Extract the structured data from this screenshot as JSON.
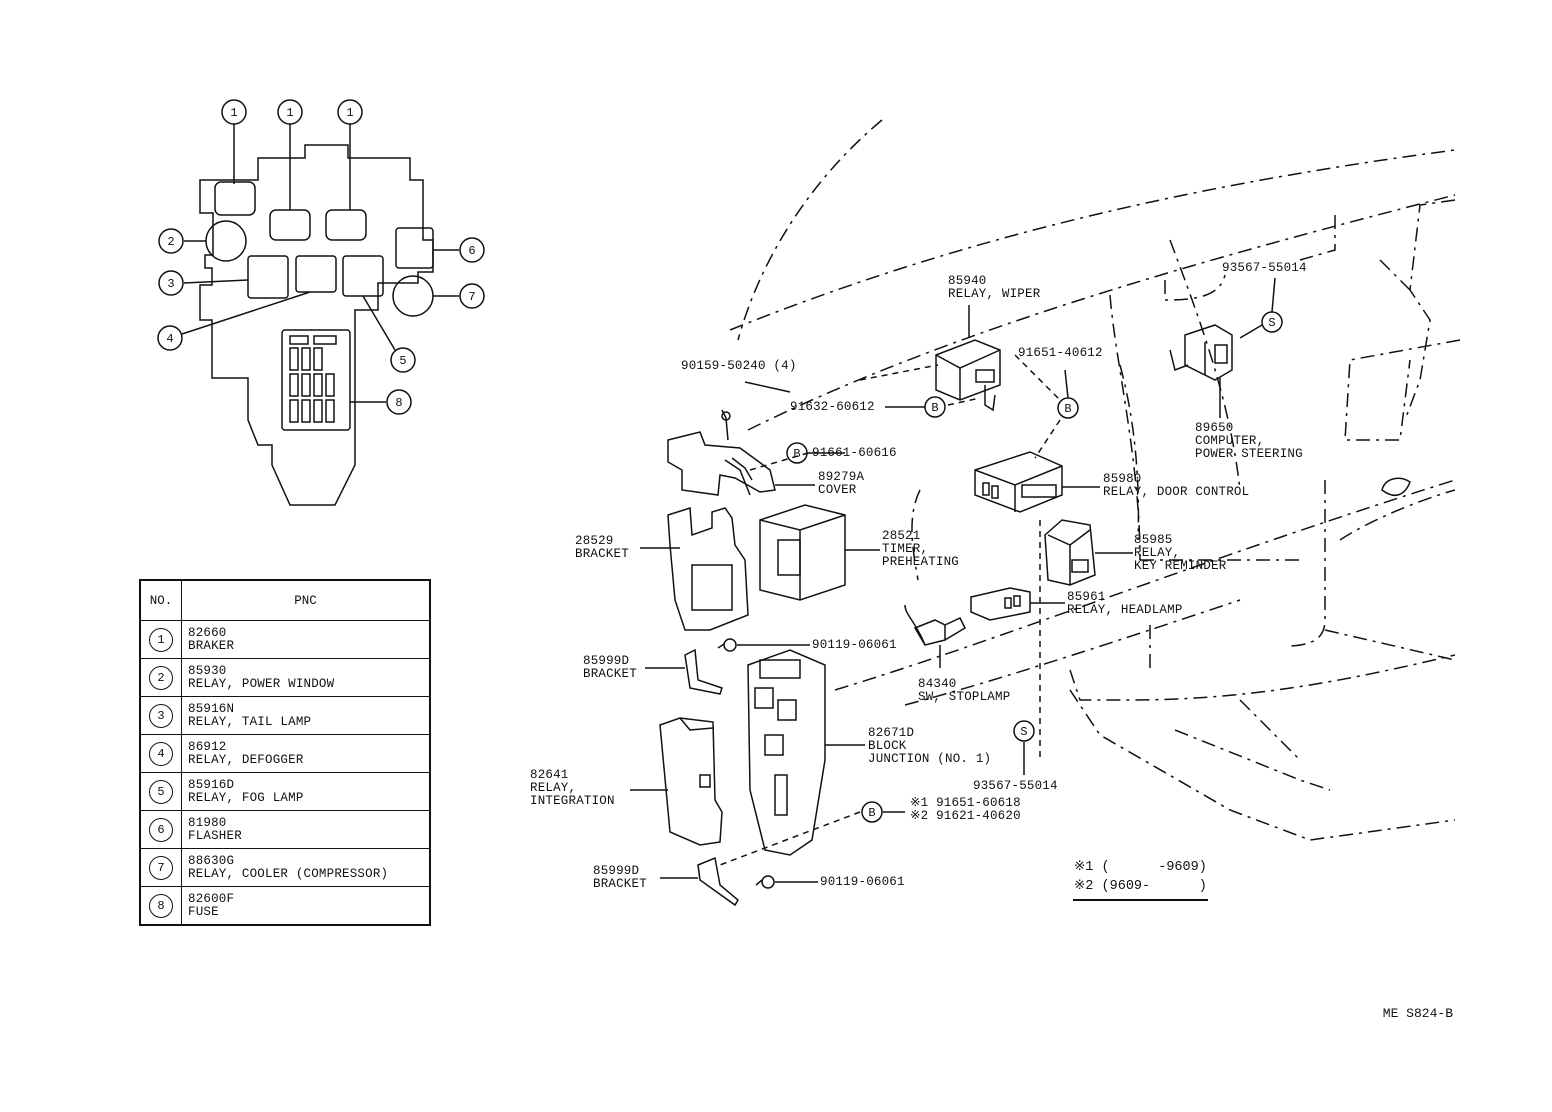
{
  "labels": {
    "p90159": "90159-50240 (4)",
    "p91632": "91632-60612",
    "p91661": "91661-60616",
    "p89279": "89279A\nCOVER",
    "p85940": "85940\nRELAY, WIPER",
    "p91651a": "91651-40612",
    "p93567a": "93567-55014",
    "p89650": "89650\nCOMPUTER,\nPOWER STEERING",
    "p85980": "85980\nRELAY, DOOR CONTROL",
    "p28529": "28529\nBRACKET",
    "p28521": "28521\nTIMER,\nPREHEATING",
    "p85985": "85985\nRELAY,\nKEY REMINDER",
    "p85961": "85961\nRELAY, HEADLAMP",
    "p90119a": "90119-06061",
    "p85999d": "85999D\nBRACKET",
    "p84340": "84340\nSW, STOPLAMP",
    "p82671": "82671D\nBLOCK\nJUNCTION (NO. 1)",
    "p82641": "82641\nRELAY,\nINTEGRATION",
    "p93567b": "93567-55014",
    "p91651b": "※1 91651-60618\n※2 91621-40620",
    "p85999": "85999D\nBRACKET",
    "p90119b": "90119-06061"
  },
  "markers": {
    "B": "B",
    "S": "S"
  },
  "legend": "※1 (      -9609)\n※2 (9609-      )",
  "table": {
    "col_no": "NO.",
    "col_pnc": "PNC",
    "rows": [
      {
        "no": "1",
        "pnc": "82660\nBRAKER"
      },
      {
        "no": "2",
        "pnc": "85930\nRELAY, POWER WINDOW"
      },
      {
        "no": "3",
        "pnc": "85916N\nRELAY, TAIL LAMP"
      },
      {
        "no": "4",
        "pnc": "86912\nRELAY, DEFOGGER"
      },
      {
        "no": "5",
        "pnc": "85916D\nRELAY, FOG LAMP"
      },
      {
        "no": "6",
        "pnc": "81980\nFLASHER"
      },
      {
        "no": "7",
        "pnc": "88630G\nRELAY, COOLER (COMPRESSOR)"
      },
      {
        "no": "8",
        "pnc": "82600F\nFUSE"
      }
    ]
  },
  "fuse_callouts": [
    "1",
    "1",
    "1",
    "2",
    "3",
    "4",
    "5",
    "6",
    "7",
    "8"
  ],
  "drawing_code": "ME S824-B"
}
